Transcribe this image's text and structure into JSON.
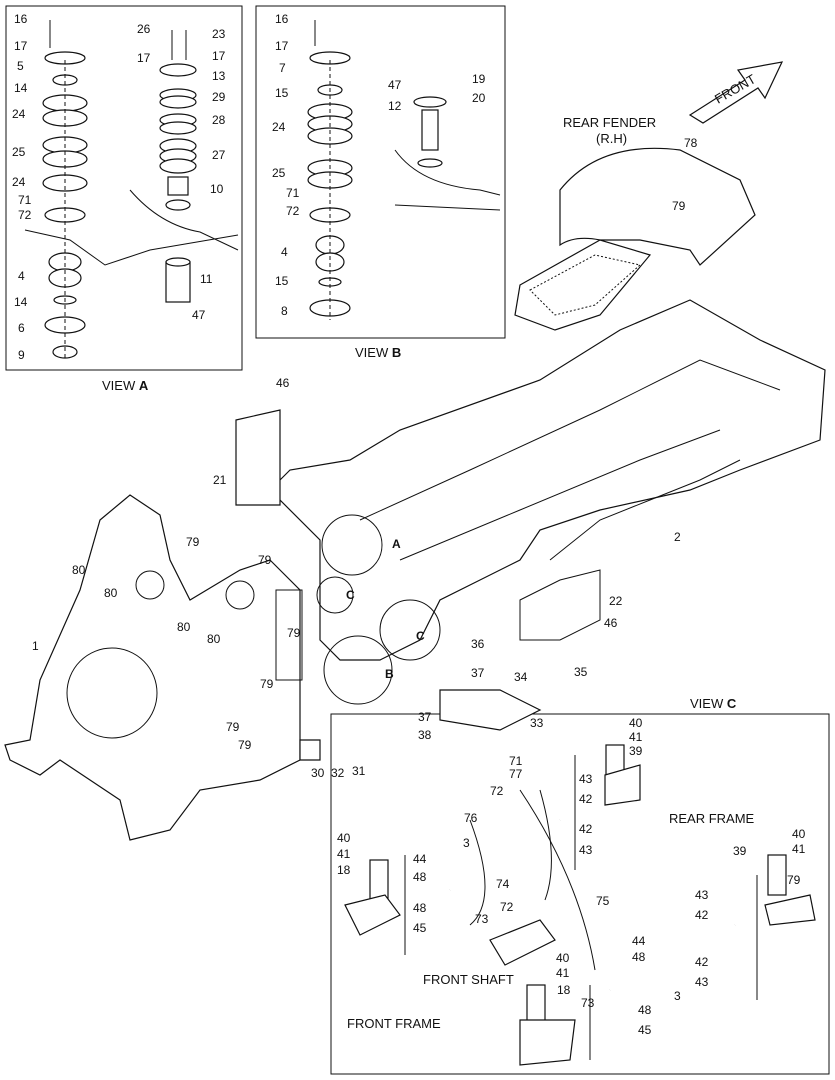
{
  "views": {
    "view_a": {
      "caption_prefix": "VIEW ",
      "caption_letter": "A"
    },
    "view_b": {
      "caption_prefix": "VIEW ",
      "caption_letter": "B"
    },
    "view_c": {
      "caption_prefix": "VIEW ",
      "caption_letter": "C"
    }
  },
  "labels": {
    "front_arrow": "FRONT",
    "rear_fender_line1": "REAR FENDER",
    "rear_fender_line2": "(R.H)",
    "rear_frame": "REAR FRAME",
    "front_frame": "FRONT FRAME",
    "front_shaft": "FRONT SHAFT"
  },
  "callouts": {
    "view_a": [
      "16",
      "17",
      "5",
      "14",
      "24",
      "25",
      "24",
      "71",
      "72",
      "4",
      "14",
      "6",
      "9",
      "26",
      "23",
      "17",
      "17",
      "13",
      "29",
      "28",
      "27",
      "10",
      "11",
      "47"
    ],
    "view_b": [
      "16",
      "17",
      "7",
      "15",
      "24",
      "25",
      "71",
      "72",
      "4",
      "15",
      "8",
      "47",
      "19",
      "12",
      "20"
    ],
    "fender": [
      "78",
      "79"
    ],
    "main": [
      "46",
      "21",
      "79",
      "80",
      "80",
      "80",
      "80",
      "79",
      "79",
      "79",
      "79",
      "79",
      "1",
      "2",
      "22",
      "46",
      "36",
      "37",
      "34",
      "35",
      "33",
      "37",
      "38",
      "30",
      "32",
      "31",
      "A",
      "B",
      "C",
      "C"
    ],
    "view_c": [
      "40",
      "41",
      "39",
      "71",
      "77",
      "43",
      "42",
      "72",
      "76",
      "3",
      "42",
      "43",
      "74",
      "40",
      "41",
      "18",
      "44",
      "48",
      "48",
      "45",
      "73",
      "72",
      "75",
      "40",
      "41",
      "39",
      "79",
      "43",
      "42",
      "44",
      "48",
      "42",
      "43",
      "40",
      "41",
      "18",
      "73",
      "3",
      "48",
      "45"
    ]
  },
  "icons": [
    "front-arrow-icon"
  ]
}
